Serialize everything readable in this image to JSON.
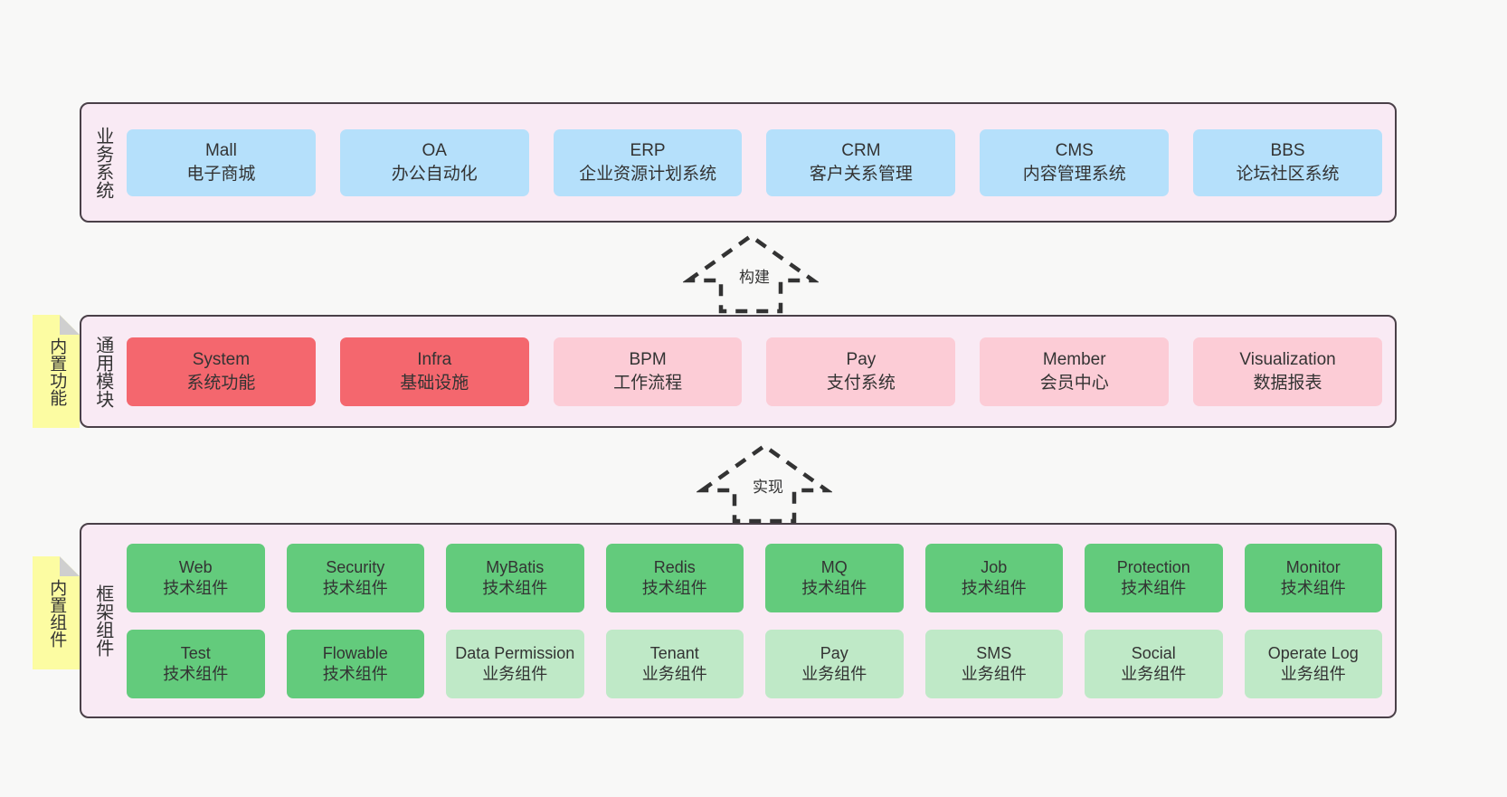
{
  "diagram": {
    "background_color": "#f8f8f7",
    "panel_fill": "#f9eaf4",
    "panel_border": "#4a4048"
  },
  "layers": [
    {
      "id": "business",
      "title": "业务系统",
      "cell_color": "#b5e0fb",
      "rows": [
        [
          {
            "name": "Mall",
            "desc": "电子商城"
          },
          {
            "name": "OA",
            "desc": "办公自动化"
          },
          {
            "name": "ERP",
            "desc": "企业资源计划系统"
          },
          {
            "name": "CRM",
            "desc": "客户关系管理"
          },
          {
            "name": "CMS",
            "desc": "内容管理系统"
          },
          {
            "name": "BBS",
            "desc": "论坛社区系统"
          }
        ]
      ]
    },
    {
      "id": "modules",
      "title": "通用模块",
      "cell_color_primary": "#f4676e",
      "cell_color_secondary": "#fcccd6",
      "rows": [
        [
          {
            "name": "System",
            "desc": "系统功能"
          },
          {
            "name": "Infra",
            "desc": "基础设施"
          },
          {
            "name": "BPM",
            "desc": "工作流程"
          },
          {
            "name": "Pay",
            "desc": "支付系统"
          },
          {
            "name": "Member",
            "desc": "会员中心"
          },
          {
            "name": "Visualization",
            "desc": "数据报表"
          }
        ]
      ]
    },
    {
      "id": "framework",
      "title": "框架组件",
      "cell_color_primary": "#63cb7c",
      "cell_color_secondary": "#bfe9c7",
      "rows": [
        [
          {
            "name": "Web",
            "desc": "技术组件"
          },
          {
            "name": "Security",
            "desc": "技术组件"
          },
          {
            "name": "MyBatis",
            "desc": "技术组件"
          },
          {
            "name": "Redis",
            "desc": "技术组件"
          },
          {
            "name": "MQ",
            "desc": "技术组件"
          },
          {
            "name": "Job",
            "desc": "技术组件"
          },
          {
            "name": "Protection",
            "desc": "技术组件"
          },
          {
            "name": "Monitor",
            "desc": "技术组件"
          }
        ],
        [
          {
            "name": "Test",
            "desc": "技术组件"
          },
          {
            "name": "Flowable",
            "desc": "技术组件"
          },
          {
            "name": "Data Permission",
            "desc": "业务组件"
          },
          {
            "name": "Tenant",
            "desc": "业务组件"
          },
          {
            "name": "Pay",
            "desc": "业务组件"
          },
          {
            "name": "SMS",
            "desc": "业务组件"
          },
          {
            "name": "Social",
            "desc": "业务组件"
          },
          {
            "name": "Operate Log",
            "desc": "业务组件"
          }
        ]
      ]
    }
  ],
  "notes": [
    {
      "id": "functions",
      "label": "内置功能",
      "color": "#fcfca2"
    },
    {
      "id": "components",
      "label": "内置组件",
      "color": "#fcfca2"
    }
  ],
  "arrows": [
    {
      "id": "build",
      "label": "构建",
      "style": "dashed-hollow-up"
    },
    {
      "id": "implement",
      "label": "实现",
      "style": "dashed-hollow-up"
    }
  ]
}
